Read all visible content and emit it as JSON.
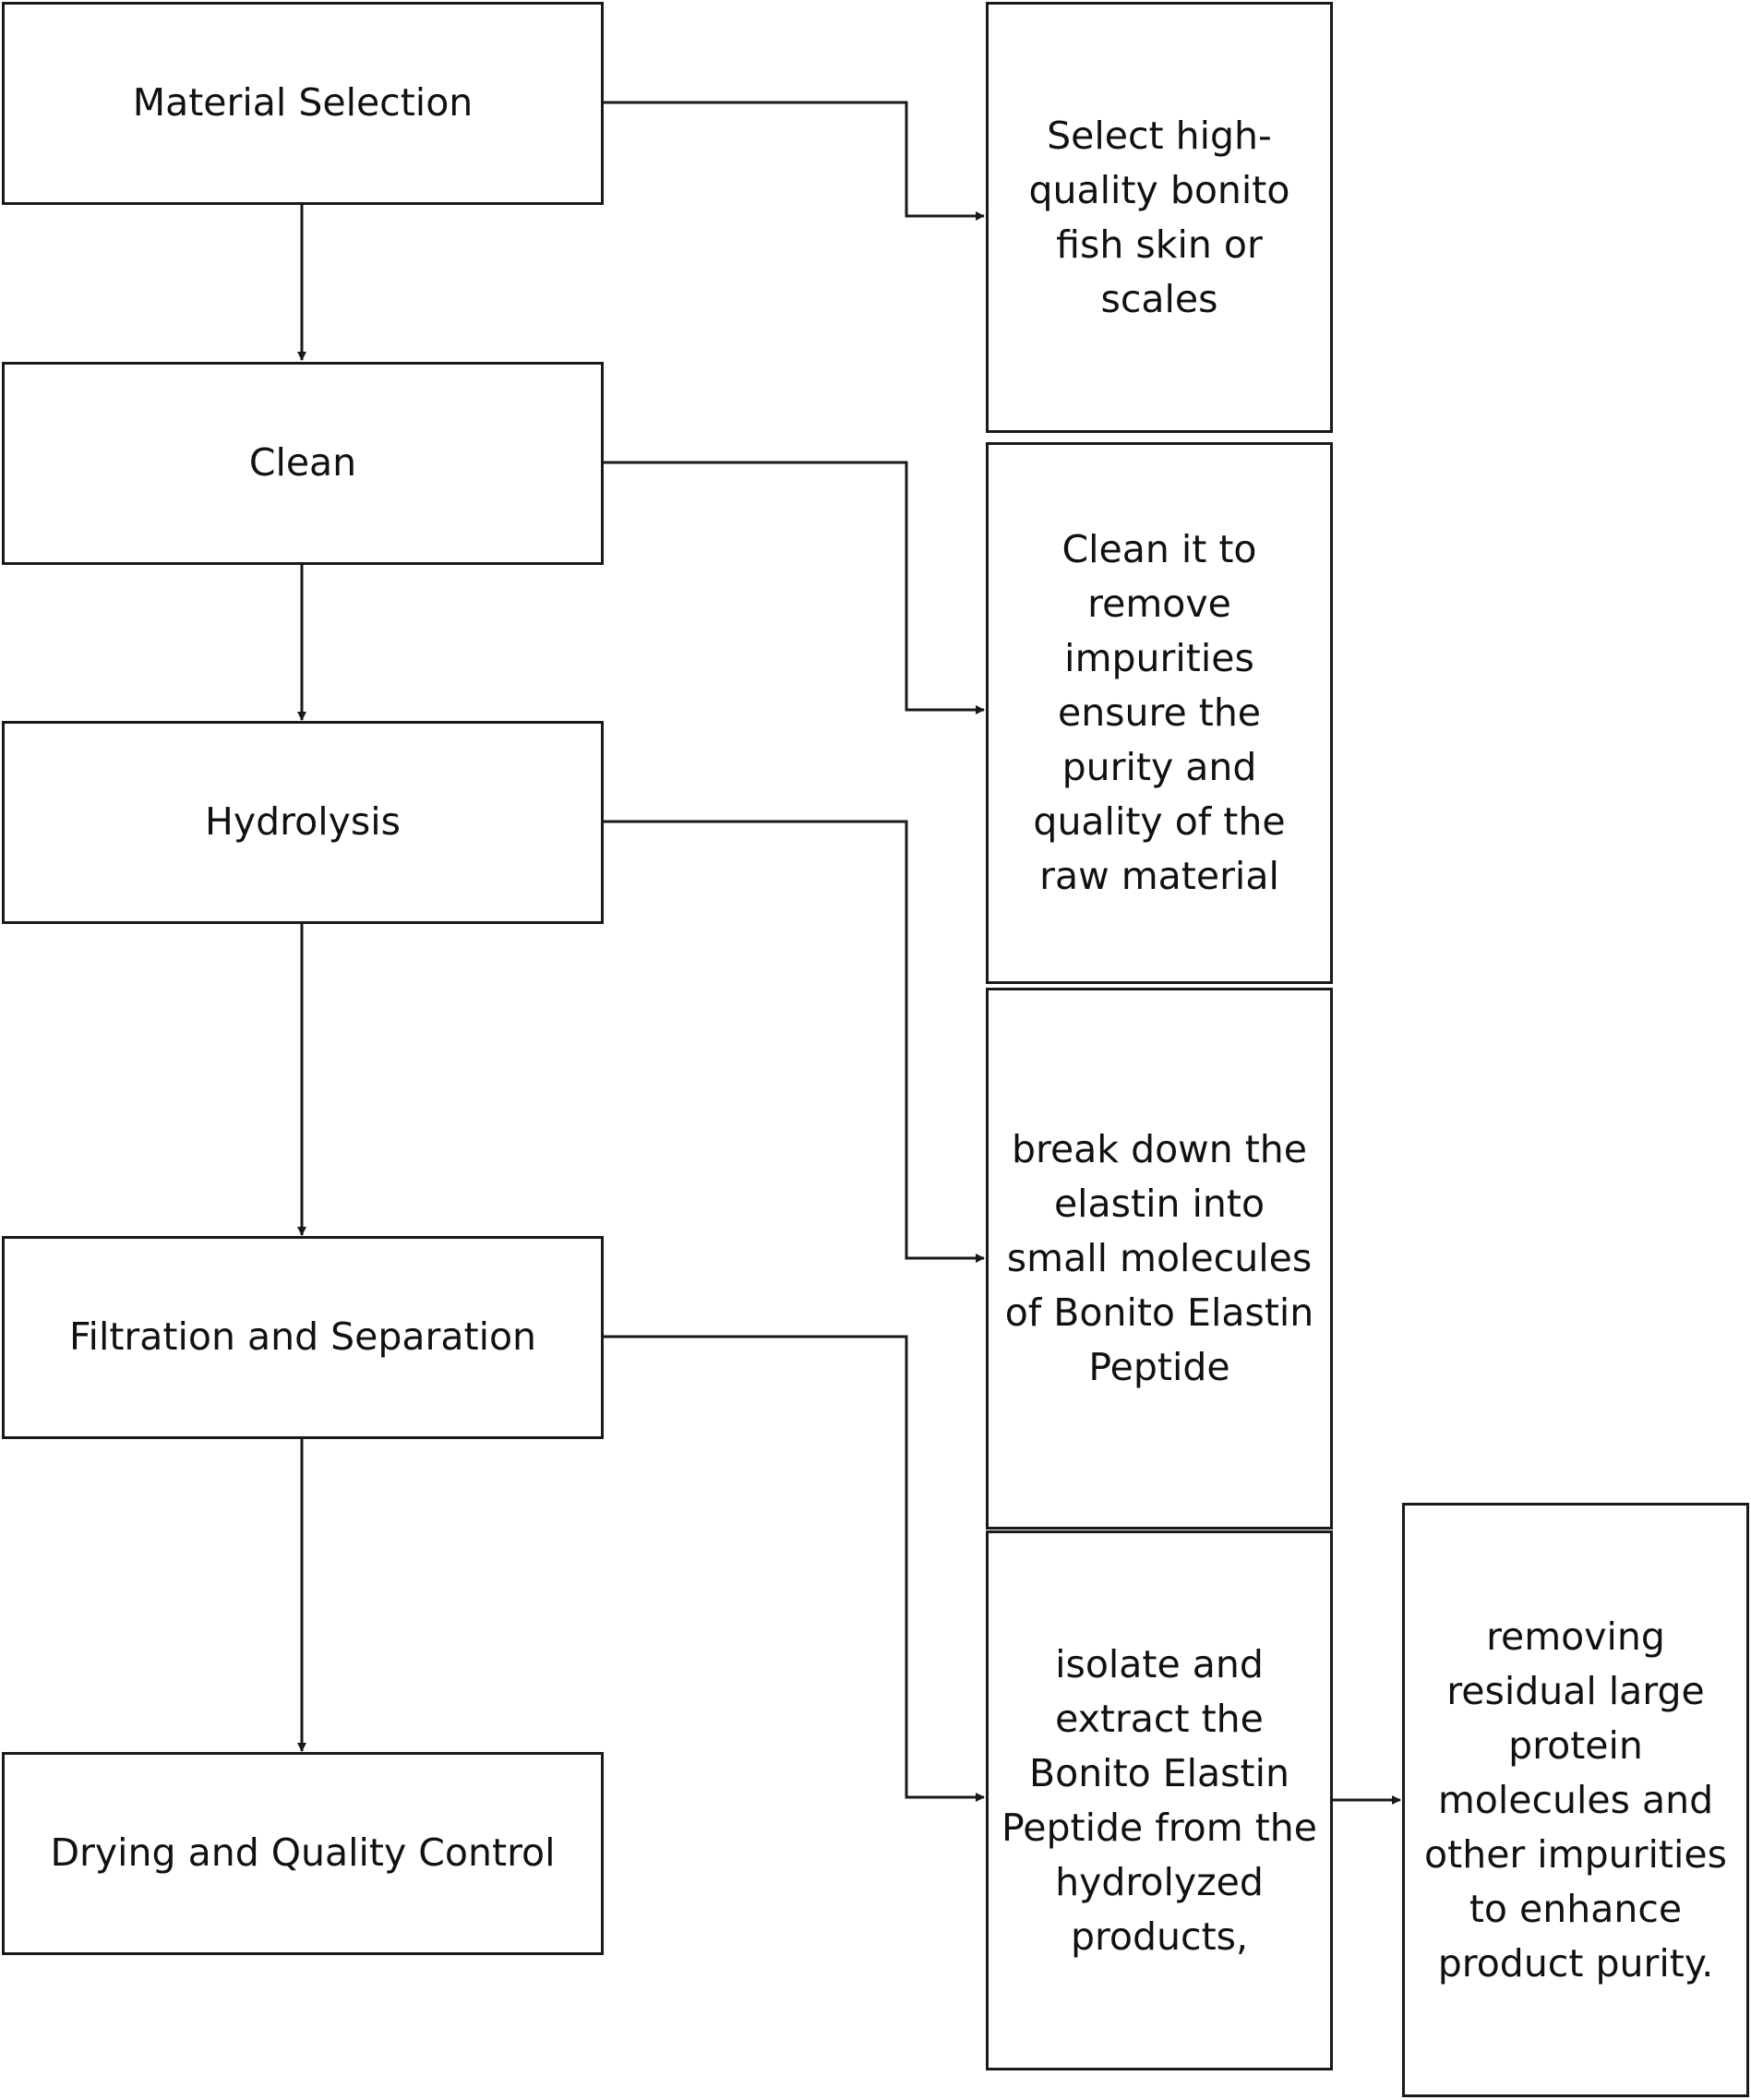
{
  "steps": [
    {
      "label": "Material Selection"
    },
    {
      "label": "Clean"
    },
    {
      "label": "Hydrolysis"
    },
    {
      "label": "Filtration and Separation"
    },
    {
      "label": "Drying and Quality Control"
    }
  ],
  "descriptions": [
    {
      "text": "Select high-quality bonito fish skin or scales"
    },
    {
      "text": "Clean it to remove impurities ensure the purity and quality of the raw material"
    },
    {
      "text": "break down the elastin into small molecules of Bonito Elastin Peptide"
    },
    {
      "text": "isolate and extract the Bonito Elastin Peptide from the hydrolyzed products,"
    },
    {
      "text": "removing residual large protein molecules and other impurities to enhance product purity."
    }
  ],
  "colors": {
    "line": "#1a1a1a",
    "background": "#ffffff"
  }
}
